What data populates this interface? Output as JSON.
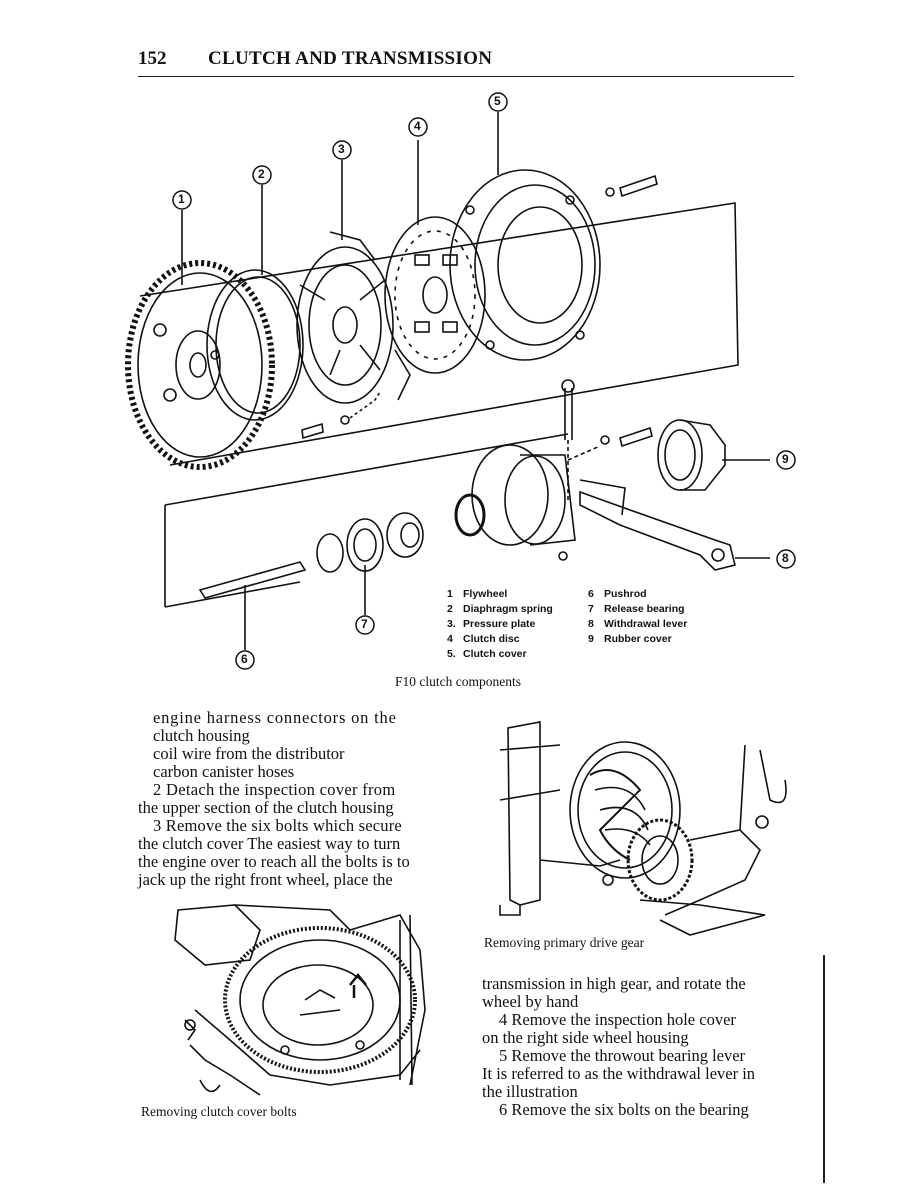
{
  "header": {
    "page_number": "152",
    "title": "CLUTCH AND TRANSMISSION"
  },
  "figure": {
    "callouts": [
      "1",
      "2",
      "3",
      "4",
      "5",
      "6",
      "7",
      "8",
      "9"
    ],
    "legend_left": [
      {
        "num": "1",
        "label": "Flywheel"
      },
      {
        "num": "2",
        "label": "Diaphragm spring"
      },
      {
        "num": "3.",
        "label": "Pressure plate"
      },
      {
        "num": "4",
        "label": "Clutch disc"
      },
      {
        "num": "5.",
        "label": "Clutch cover"
      }
    ],
    "legend_right": [
      {
        "num": "6",
        "label": "Pushrod"
      },
      {
        "num": "7",
        "label": "Release bearing"
      },
      {
        "num": "8",
        "label": "Withdrawal lever"
      },
      {
        "num": "9",
        "label": "Rubber cover"
      }
    ],
    "caption": "F10 clutch components"
  },
  "left_column": [
    "engine harness connectors on the",
    "clutch housing",
    "coil wire from the distributor",
    "carbon canister hoses",
    "2  Detach the inspection cover from",
    "the upper section of the clutch housing",
    "3  Remove the six bolts which secure",
    "the clutch cover  The easiest way to turn",
    "the engine over to reach all the bolts is to",
    "jack up the right front wheel, place the"
  ],
  "right_column": [
    "transmission in high gear, and rotate the",
    "wheel by hand",
    "4  Remove the inspection hole cover",
    "on the right side wheel housing",
    "5  Remove the throwout bearing lever",
    "It is referred to as the withdrawal lever in",
    "the illustration",
    "6  Remove the six bolts on the bearing"
  ],
  "photo_captions": {
    "primary_gear": "Removing primary drive gear",
    "cover_bolts": "Removing clutch cover bolts"
  }
}
